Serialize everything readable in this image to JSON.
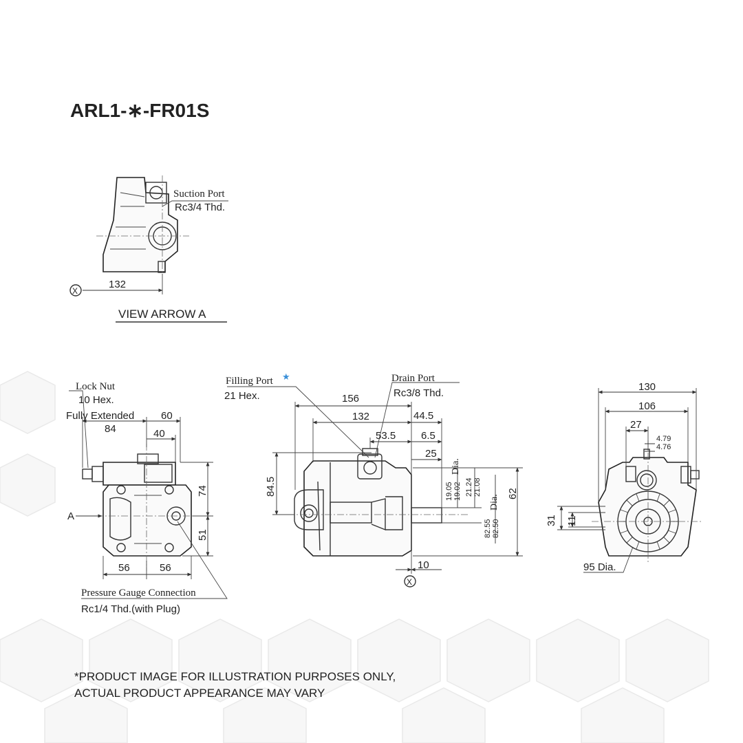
{
  "title": "ARL1-∗-FR01S",
  "view_arrow": {
    "suction_port": "Suction Port",
    "suction_thread": "Rc3/4 Thd.",
    "x_marker": "X",
    "dim_132": "132",
    "caption": "VIEW ARROW A"
  },
  "left_view": {
    "lock_nut": "Lock Nut",
    "hex_10": "10 Hex.",
    "fully_extended": "Fully Extended",
    "dim_60": "60",
    "dim_84": "84",
    "dim_40": "40",
    "dim_74": "74",
    "dim_51": "51",
    "arrow_a": "A",
    "dim_56_left": "56",
    "dim_56_right": "56",
    "pressure_gauge": "Pressure Gauge Connection",
    "pressure_thread": "Rc1/4 Thd.(with Plug)"
  },
  "center_view": {
    "filling_port": "Filling Port",
    "filling_star": "★",
    "hex_21": "21 Hex.",
    "drain_port": "Drain Port",
    "drain_thread": "Rc3/8 Thd.",
    "dim_156": "156",
    "dim_132": "132",
    "dim_44_5": "44.5",
    "dim_53_5": "53.5",
    "dim_6_5": "6.5",
    "dim_25": "25",
    "dim_84_5": "84.5",
    "dim_19_05": "19.05",
    "dim_19_02": "19.02",
    "dia_label_1": "Dia.",
    "dim_21_24": "21.24",
    "dim_21_08": "21.08",
    "dim_82_55": "82.55",
    "dim_82_50": "82.50",
    "dia_label_2": "Dia.",
    "dim_62": "62",
    "dim_10": "10",
    "x_marker": "X"
  },
  "right_view": {
    "dim_130": "130",
    "dim_106": "106",
    "dim_27": "27",
    "dim_4_79": "4.79",
    "dim_4_76": "4.76",
    "dim_31": "31",
    "dim_11": "11",
    "dia_95": "95 Dia."
  },
  "disclaimer": {
    "line1": "*PRODUCT IMAGE FOR ILLUSTRATION PURPOSES ONLY,",
    "line2": "ACTUAL PRODUCT APPEARANCE MAY VARY"
  },
  "colors": {
    "accent_star": "#3a8fd8",
    "line": "#333333",
    "text": "#222222"
  }
}
